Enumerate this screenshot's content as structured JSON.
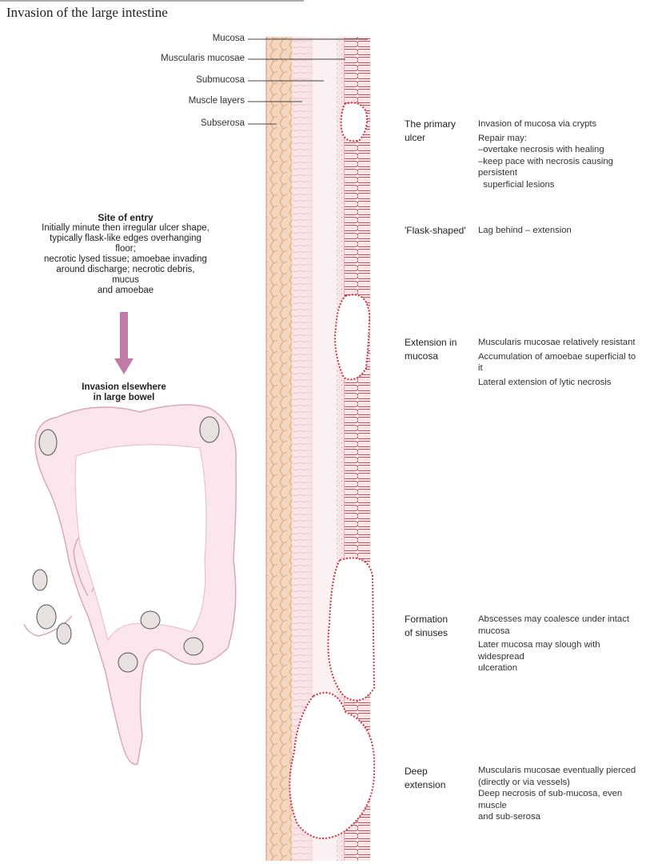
{
  "title": "Invasion of the large intestine",
  "layers": [
    {
      "name": "Mucosa"
    },
    {
      "name": "Muscularis mucosae"
    },
    {
      "name": "Submucosa"
    },
    {
      "name": "Muscle layers"
    },
    {
      "name": "Subserosa"
    }
  ],
  "site_of_entry": {
    "heading": "Site of entry",
    "lines": [
      "Initially minute then irregular ulcer shape,",
      "typically flask-like edges overhanging floor;",
      "necrotic lysed tissue; amoebae invading",
      "around discharge; necrotic debris, mucus",
      "and amoebae"
    ]
  },
  "invasion_elsewhere": {
    "lines": [
      "Invasion elsewhere",
      "in large bowel"
    ]
  },
  "stages": [
    {
      "title_lines": [
        "The primary",
        "ulcer"
      ],
      "desc_lines": [
        "Invasion of mucosa via crypts",
        "Repair may:",
        "–overtake necrosis with healing",
        "–keep pace with necrosis causing persistent",
        "  superficial lesions"
      ]
    },
    {
      "title_lines": [
        "'Flask-shaped'"
      ],
      "desc_lines": [
        "Lag behind – extension"
      ]
    },
    {
      "title_lines": [
        "Extension in",
        "mucosa"
      ],
      "desc_lines": [
        "Muscularis mucosae relatively resistant",
        "Accumulation of amoebae superficial to it",
        "Lateral extension of lytic necrosis"
      ]
    },
    {
      "title_lines": [
        "Formation",
        "of sinuses"
      ],
      "desc_lines": [
        "Abscesses may coalesce under intact",
        "mucosa",
        "Later mucosa may slough with widespread",
        "ulceration"
      ]
    },
    {
      "title_lines": [
        "Deep",
        "extension"
      ],
      "desc_lines": [
        "Muscularis mucosae eventually pierced",
        "(directly or via vessels)",
        "Deep necrosis of sub-mucosa, even muscle",
        "and sub-serosa"
      ]
    }
  ],
  "colors": {
    "tissue_pink": "#f6dde3",
    "villi_red": "#c8494f",
    "arrow_purple": "#c27aa6",
    "bowel_fill": "#fbe6ee",
    "bowel_stroke": "#d9a8b8",
    "subserosa_tan": "#ecc9a8"
  },
  "icons": [
    "down-arrow-icon",
    "amoeba-icon"
  ]
}
